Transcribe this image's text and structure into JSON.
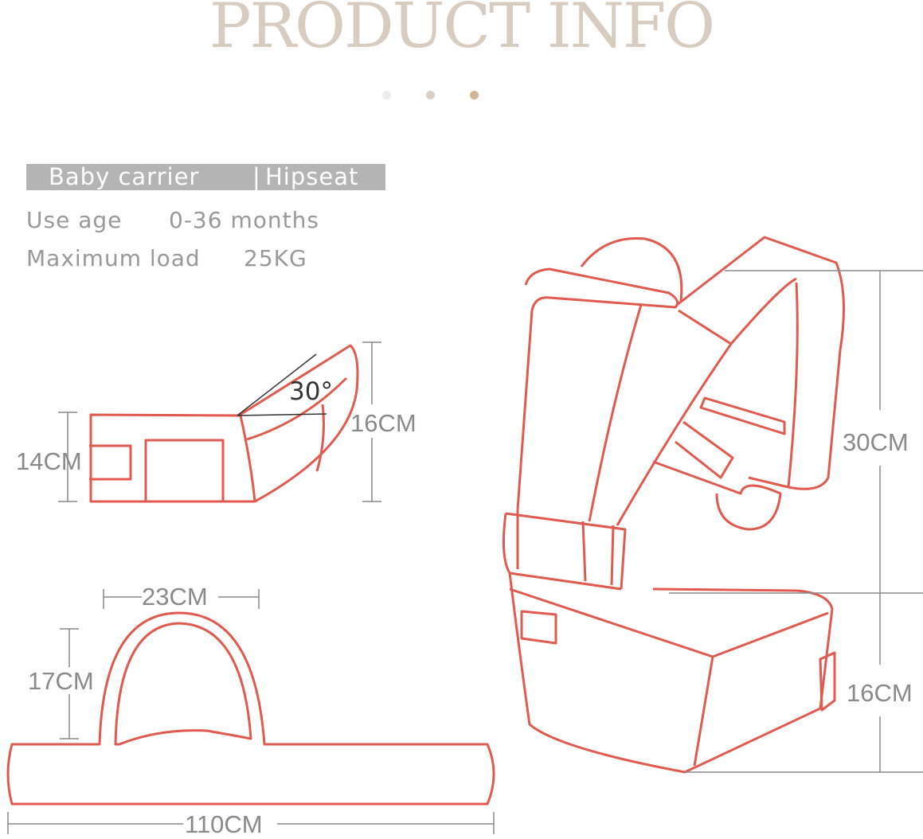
{
  "title": "PRODUCT INFO",
  "pager": {
    "dot_colors": [
      "#ececec",
      "#d9cfc7",
      "#d2b596"
    ],
    "active_index": 2
  },
  "product": {
    "name": "Baby carrier",
    "separator": "|",
    "type": "Hipseat",
    "specs": [
      {
        "label": "Use age",
        "value": "0-36 months"
      },
      {
        "label": "Maximum load",
        "value": "25KG"
      }
    ]
  },
  "dimensions": {
    "hipseat_height": "14CM",
    "hipseat_side_height": "16CM",
    "seat_angle": "30°",
    "belt_pad_width": "23CM",
    "belt_pad_height": "17CM",
    "belt_length": "110CM",
    "carrier_back_height": "30CM",
    "carrier_seat_height": "16CM"
  },
  "colors": {
    "outline": "#e05a50",
    "dimension": "#8a8a8a",
    "title": "#d8cbbf"
  }
}
